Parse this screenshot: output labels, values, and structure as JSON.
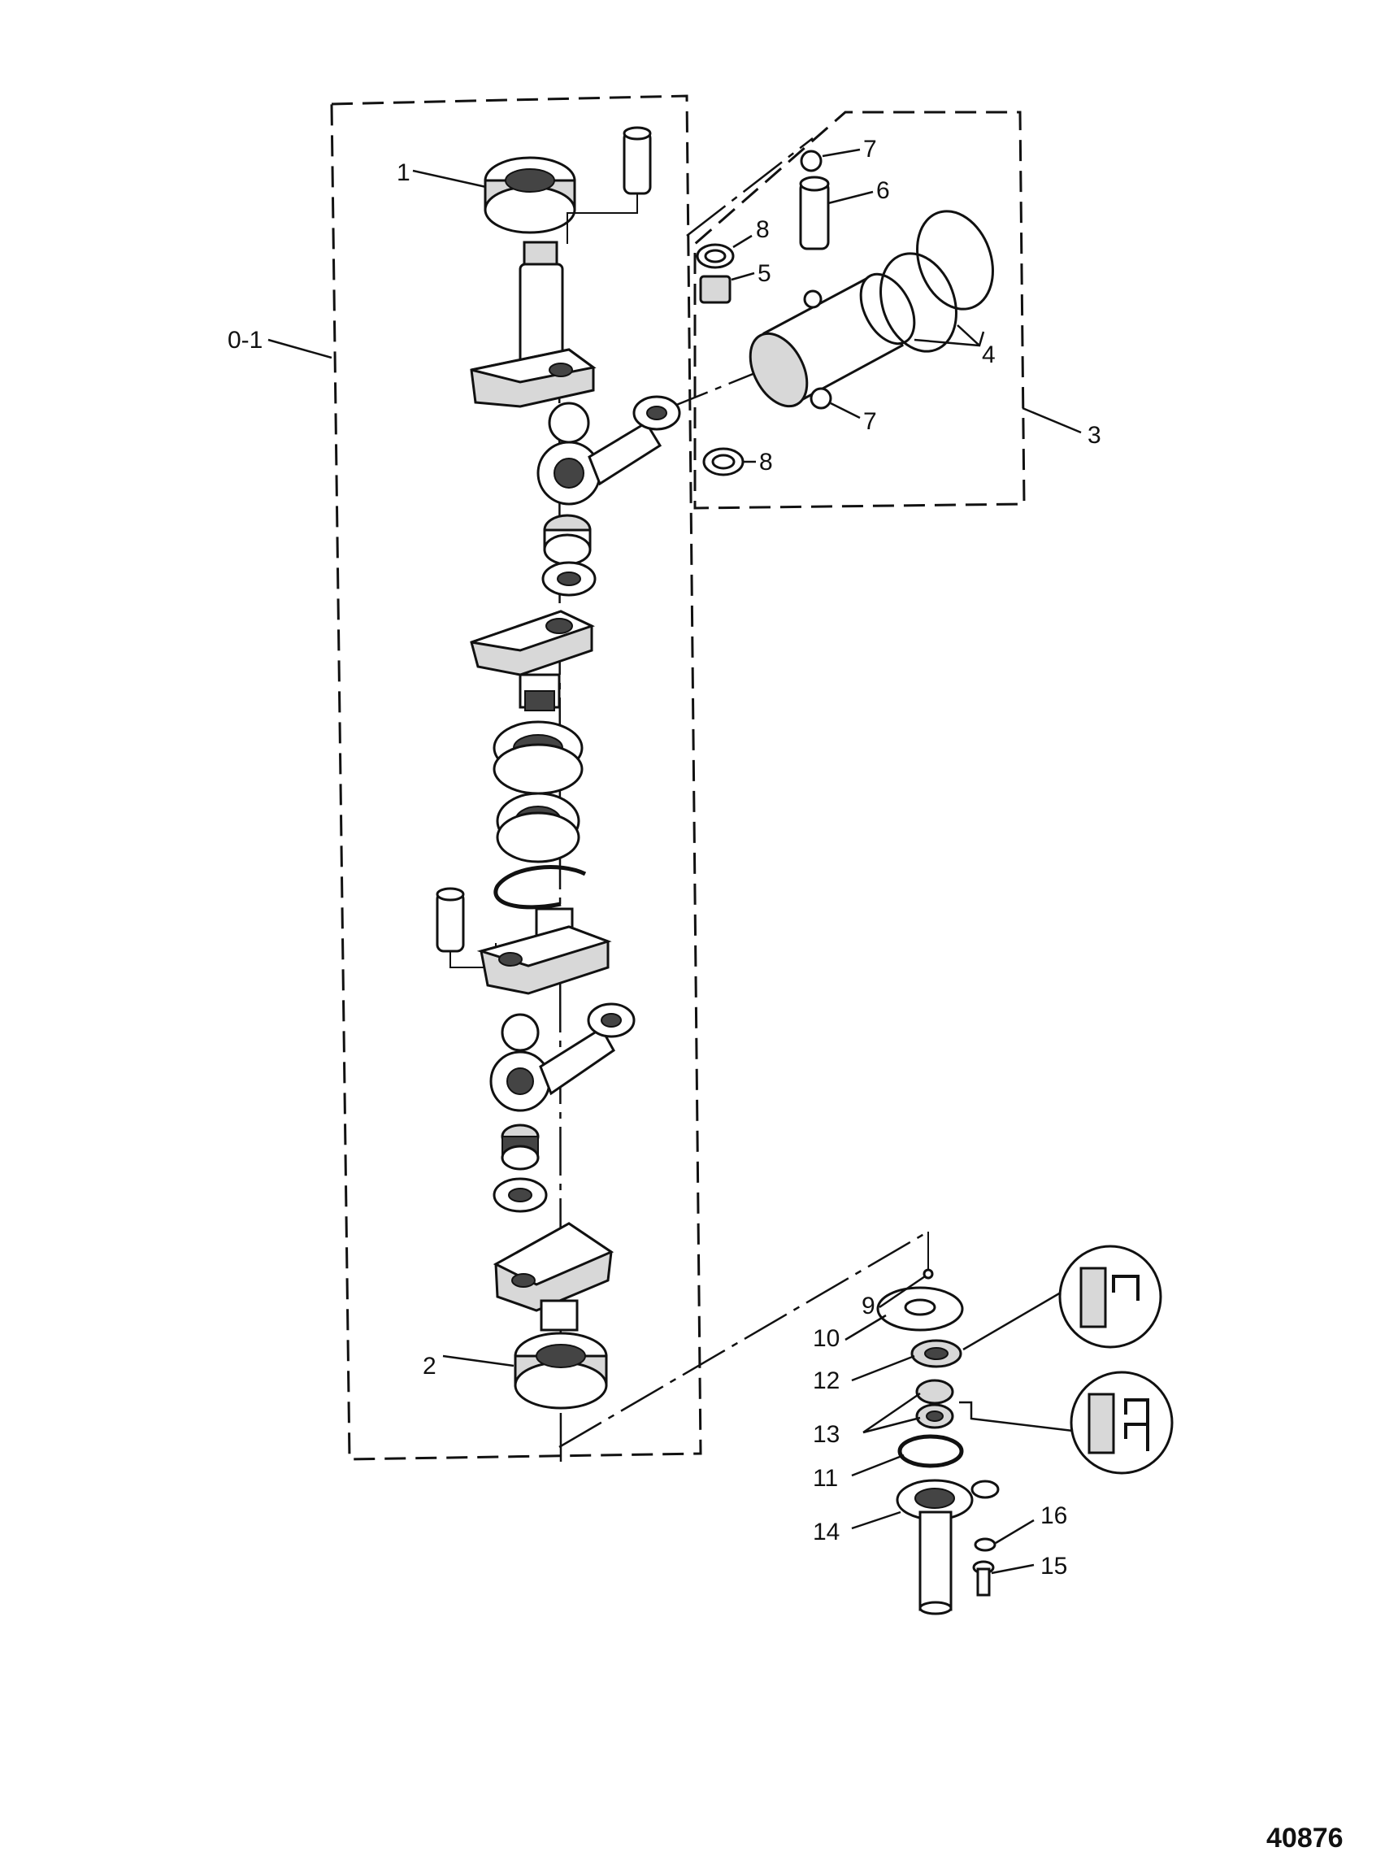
{
  "figure_number": "40876",
  "callouts": [
    {
      "id": "1",
      "text": "1"
    },
    {
      "id": "2",
      "text": "2"
    },
    {
      "id": "3",
      "text": "3"
    },
    {
      "id": "4",
      "text": "4"
    },
    {
      "id": "5",
      "text": "5"
    },
    {
      "id": "6",
      "text": "6"
    },
    {
      "id": "7a",
      "text": "7"
    },
    {
      "id": "7b",
      "text": "7"
    },
    {
      "id": "8a",
      "text": "8"
    },
    {
      "id": "8b",
      "text": "8"
    },
    {
      "id": "9",
      "text": "9"
    },
    {
      "id": "10",
      "text": "10"
    },
    {
      "id": "11",
      "text": "11"
    },
    {
      "id": "12",
      "text": "12"
    },
    {
      "id": "13",
      "text": "13"
    },
    {
      "id": "14",
      "text": "14"
    },
    {
      "id": "15",
      "text": "15"
    },
    {
      "id": "16",
      "text": "16"
    },
    {
      "id": "01",
      "text": "0-1"
    }
  ]
}
